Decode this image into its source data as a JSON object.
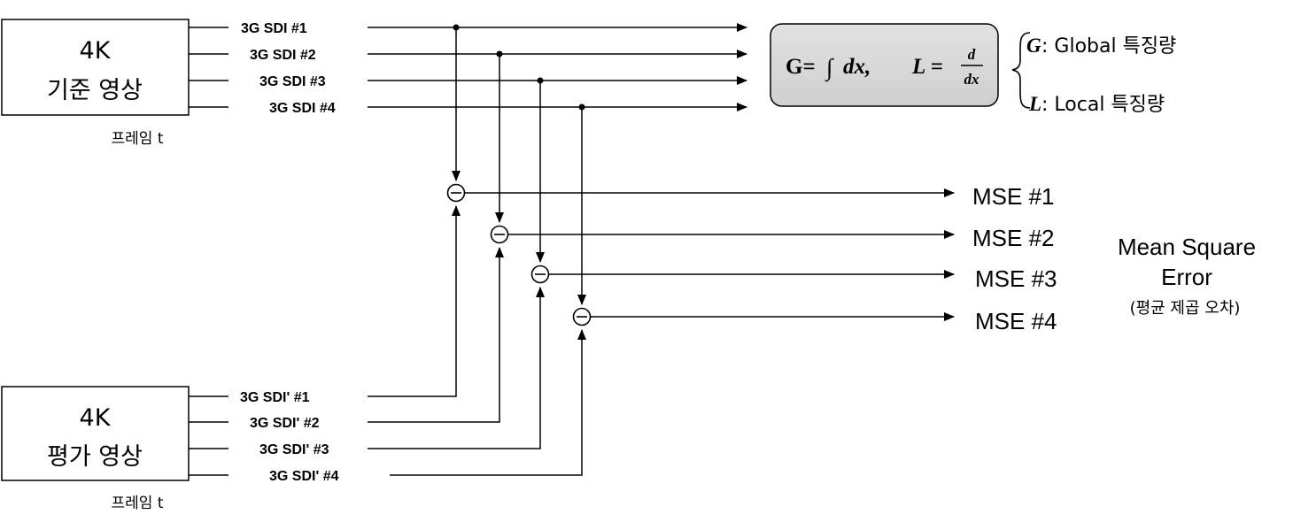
{
  "reference_source": {
    "title": "4K",
    "subtitle": "기준 영상",
    "frame_label": "프레임 t",
    "links": [
      "3G SDI #1",
      "3G SDI #2",
      "3G SDI #3",
      "3G SDI #4"
    ]
  },
  "evaluation_source": {
    "title": "4K",
    "subtitle": "평가 영상",
    "frame_label": "프레임 t",
    "links": [
      "3G SDI' #1",
      "3G SDI' #2",
      "3G SDI' #3",
      "3G SDI' #4"
    ]
  },
  "formula": {
    "g_symbol": "G=",
    "integral": "∫",
    "dx": "dx,",
    "l_symbol": "L =",
    "frac_num": "d",
    "frac_den": "dx"
  },
  "legend": {
    "g_symbol": "G",
    "g_text": ": Global 특징량",
    "l_symbol": "L",
    "l_text": ": Local 특징량"
  },
  "subtract_symbol": "⊖",
  "outputs": [
    "MSE #1",
    "MSE #2",
    "MSE #3",
    "MSE #4"
  ],
  "mse_caption": {
    "line1": "Mean Square",
    "line2": "Error",
    "line3": "(평균 제곱 오차)"
  }
}
